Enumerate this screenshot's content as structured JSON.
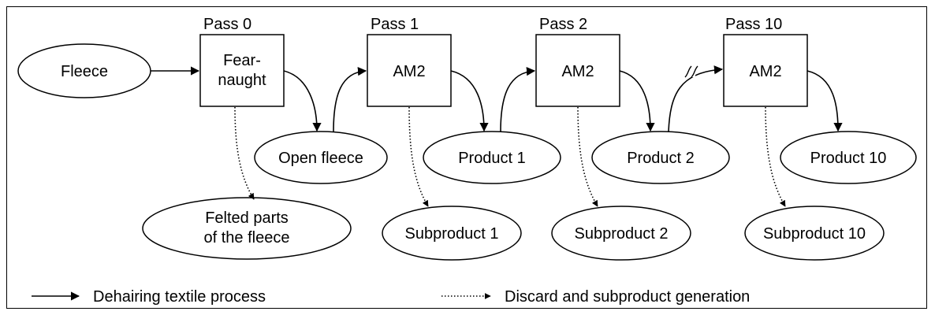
{
  "passes": [
    "Pass 0",
    "Pass 1",
    "Pass 2",
    "Pass 10"
  ],
  "nodes": {
    "fleece": "Fleece",
    "fearnaught_line1": "Fear-",
    "fearnaught_line2": "naught",
    "am2_pass1": "AM2",
    "am2_pass2": "AM2",
    "am2_pass10": "AM2",
    "open_fleece": "Open fleece",
    "product1": "Product 1",
    "product2": "Product 2",
    "product10": "Product 10",
    "felted_line1": "Felted parts",
    "felted_line2": "of the fleece",
    "subproduct1": "Subproduct 1",
    "subproduct2": "Subproduct 2",
    "subproduct10": "Subproduct 10"
  },
  "legend": {
    "solid": "Dehairing textile process",
    "dotted": "Discard and subproduct generation"
  }
}
